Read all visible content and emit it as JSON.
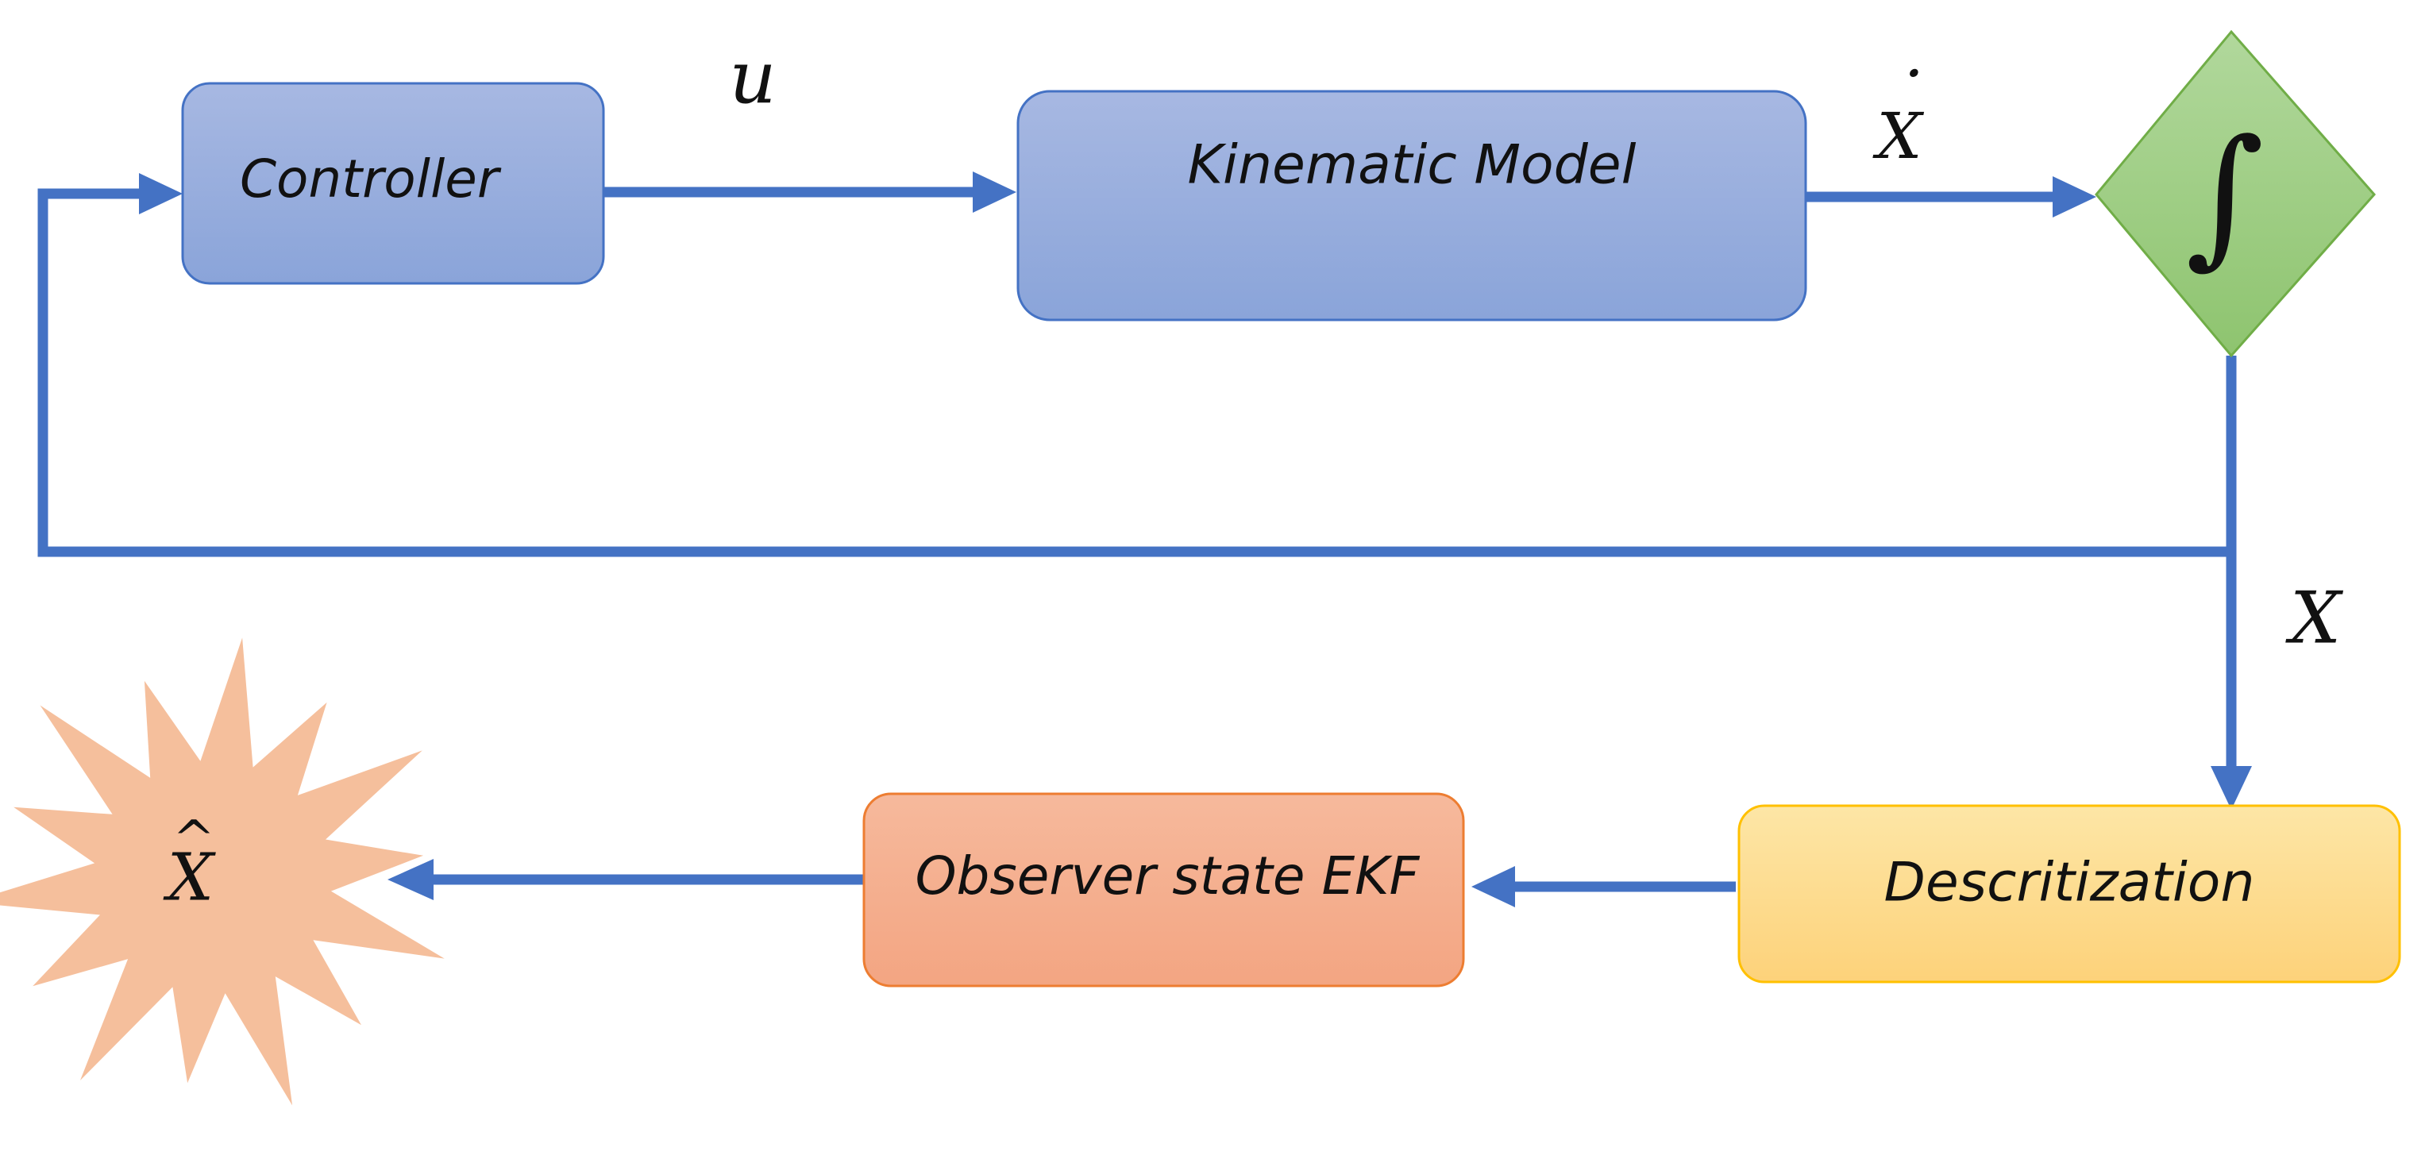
{
  "diagram": {
    "nodes": {
      "controller": {
        "label": "Controller"
      },
      "kinematic_model": {
        "label": "Kinematic Model"
      },
      "integrator": {
        "symbol": "∫"
      },
      "discretization": {
        "label": "Descritization"
      },
      "observer": {
        "label": "Observer state EKF"
      },
      "estimate": {
        "symbol": "X",
        "accent": "^"
      }
    },
    "signals": {
      "control_input": "u",
      "state_derivative": "X",
      "state_derivative_dot": "˙",
      "state": "X"
    }
  },
  "colors": {
    "arrow": "#4472c4",
    "blue_box_top": "#a7b8e2",
    "blue_box_bottom": "#8aa4d9",
    "blue_box_border": "#4472c4",
    "diamond_top": "#b1d89c",
    "diamond_bottom": "#8ec46f",
    "diamond_border": "#70ad47",
    "yellow_box_top": "#fde6a6",
    "yellow_box_bottom": "#fdd27a",
    "yellow_box_border": "#ffc000",
    "orange_box_top": "#f6b99c",
    "orange_box_bottom": "#f3a582",
    "orange_box_border": "#ed7d31",
    "star_fill": "#f5bf9c"
  }
}
